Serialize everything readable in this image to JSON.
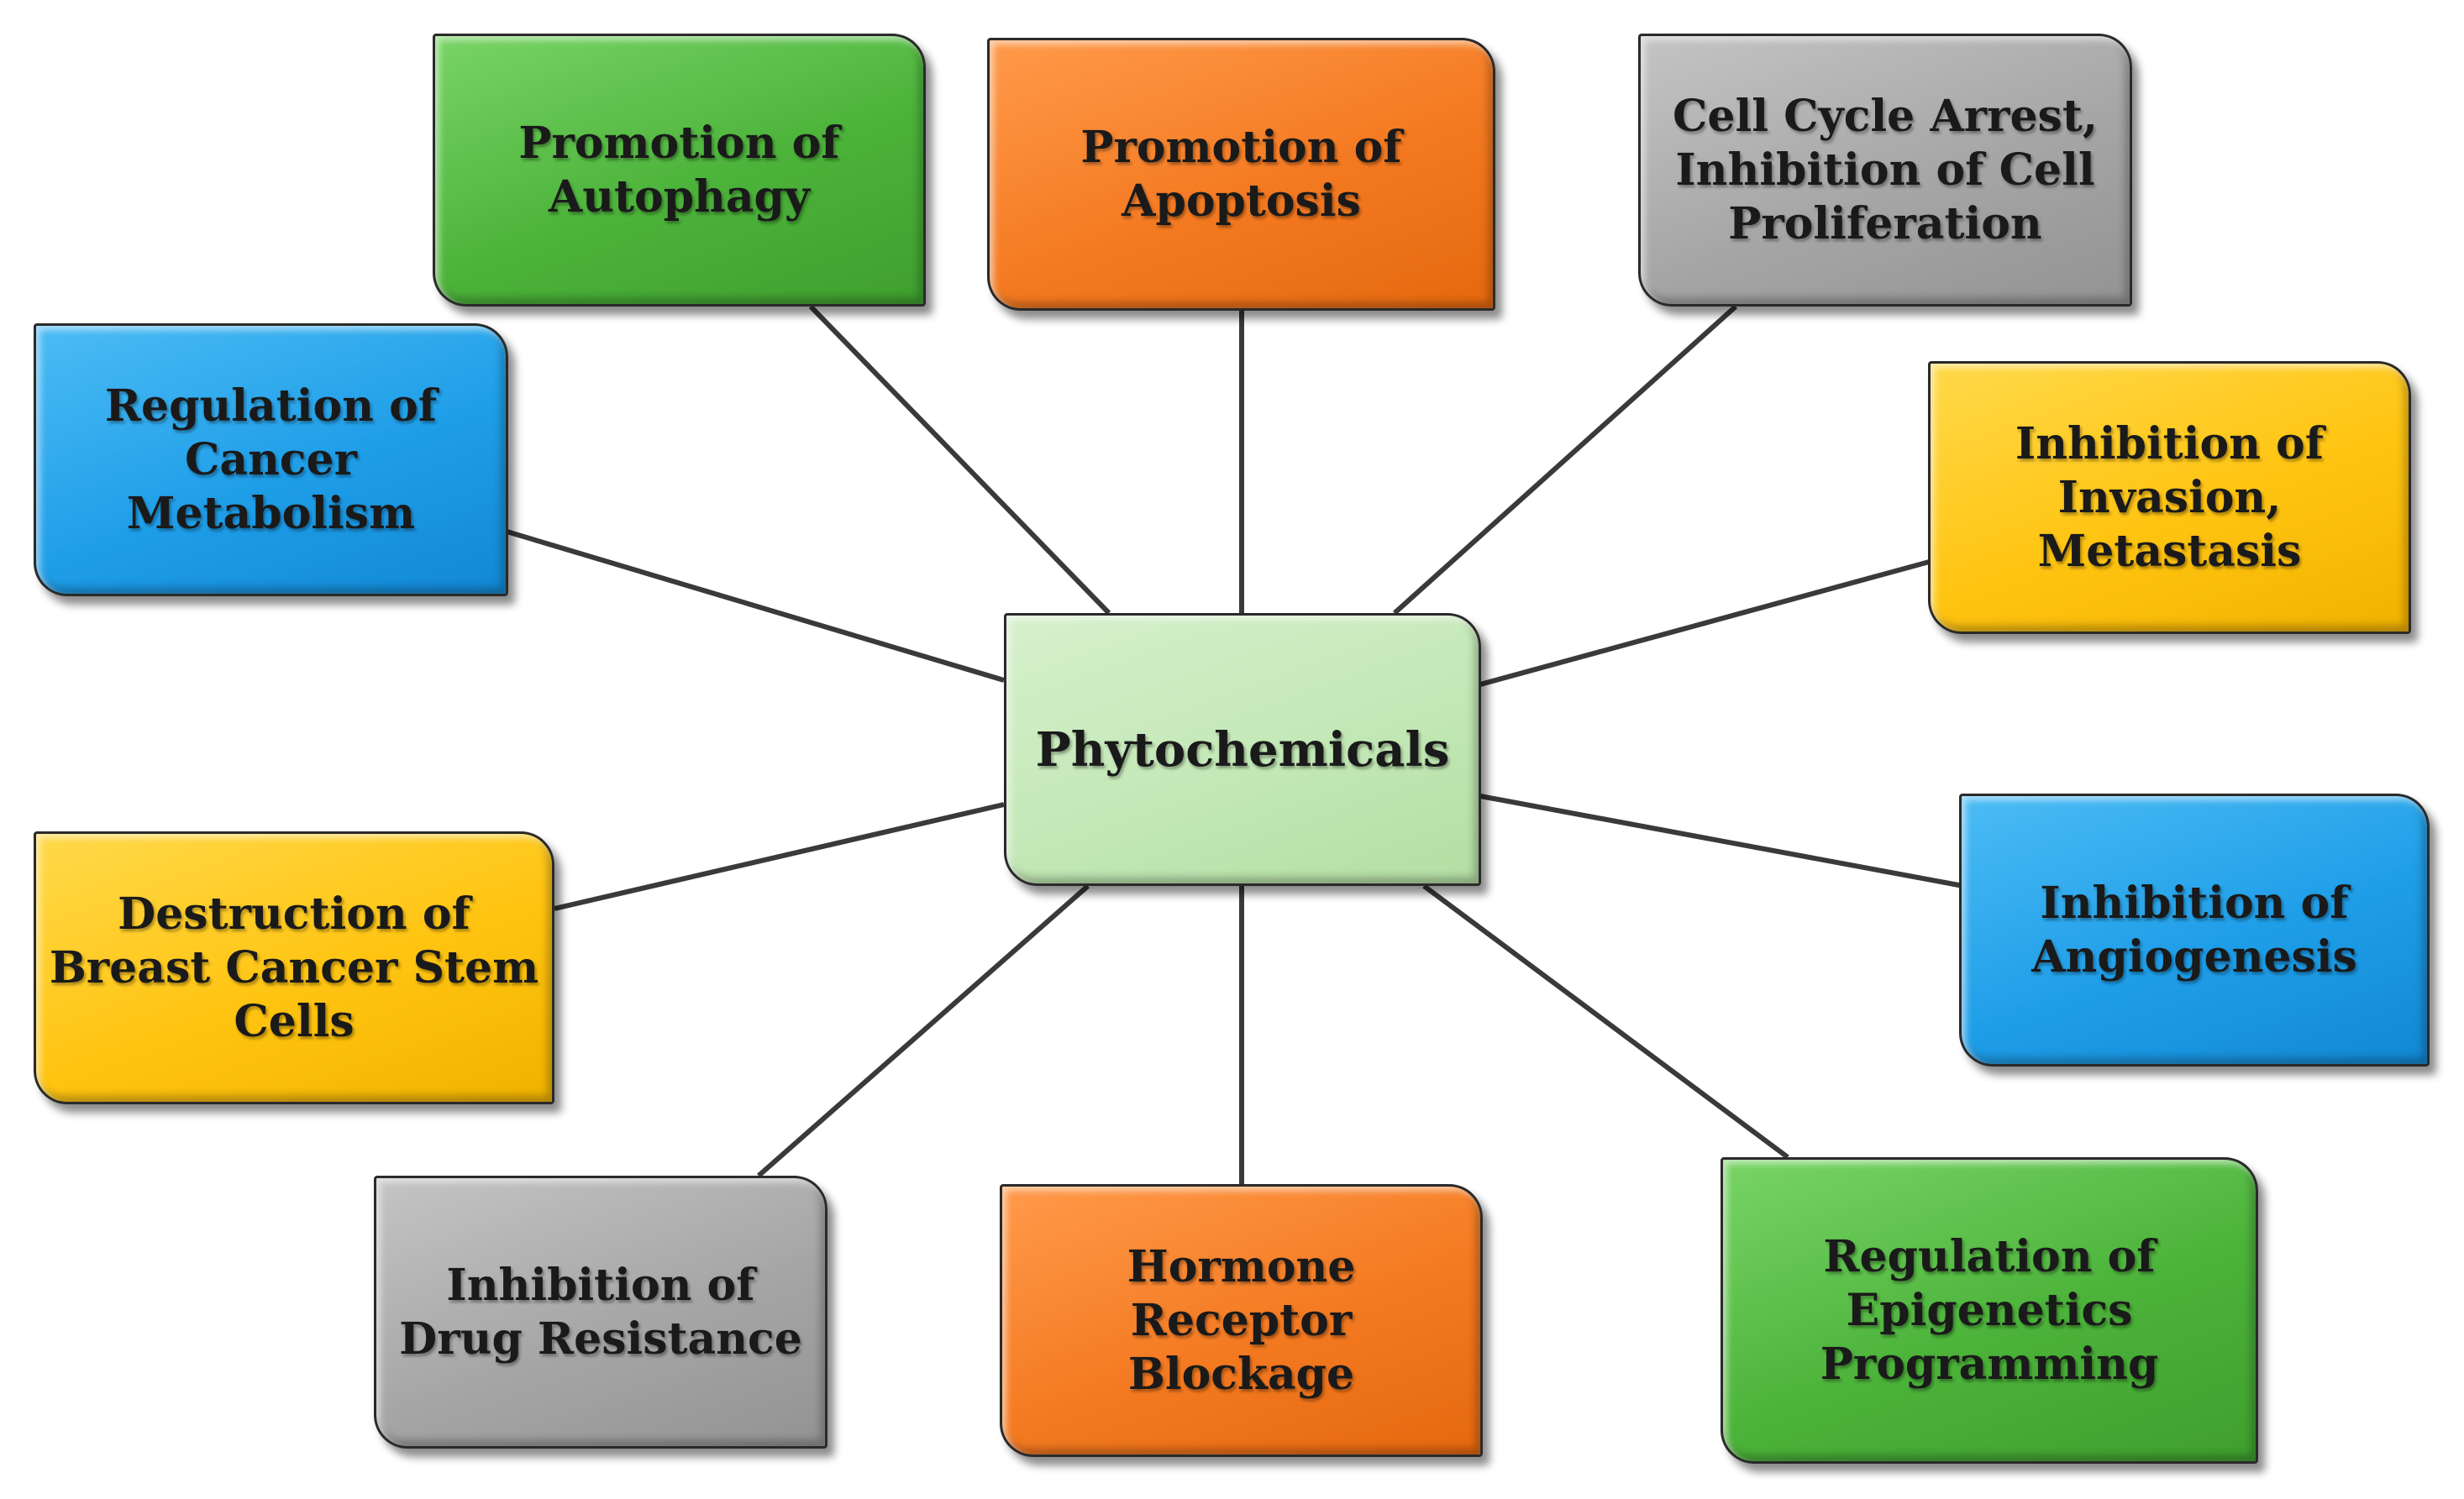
{
  "center": {
    "label": "Phytochemicals"
  },
  "effects": [
    {
      "id": "autophagy",
      "label": "Promotion of\nAutophagy",
      "color": "green"
    },
    {
      "id": "apoptosis",
      "label": "Promotion of\nApoptosis",
      "color": "orange"
    },
    {
      "id": "cell-cycle",
      "label": "Cell Cycle Arrest,\nInhibition of Cell\nProliferation",
      "color": "gray"
    },
    {
      "id": "metabolism",
      "label": "Regulation of\nCancer\nMetabolism",
      "color": "blue"
    },
    {
      "id": "invasion",
      "label": "Inhibition of\nInvasion,\nMetastasis",
      "color": "yellow"
    },
    {
      "id": "stem-cells",
      "label": "Destruction of\nBreast Cancer Stem\nCells",
      "color": "yellow"
    },
    {
      "id": "angiogenesis",
      "label": "Inhibition of\nAngiogenesis",
      "color": "blue"
    },
    {
      "id": "drug-resistance",
      "label": "Inhibition of\nDrug Resistance",
      "color": "gray"
    },
    {
      "id": "hormone",
      "label": "Hormone\nReceptor\nBlockage",
      "color": "orange"
    },
    {
      "id": "epigenetics",
      "label": "Regulation of\nEpigenetics\nProgramming",
      "color": "green"
    }
  ],
  "colors": {
    "green": "#4cb33a",
    "orange": "#f47a22",
    "gray": "#a6a6a6",
    "yellow": "#ffc411",
    "blue": "#1f9ee8",
    "center": "#c3e8b6",
    "connector": "#3a3a3a"
  }
}
